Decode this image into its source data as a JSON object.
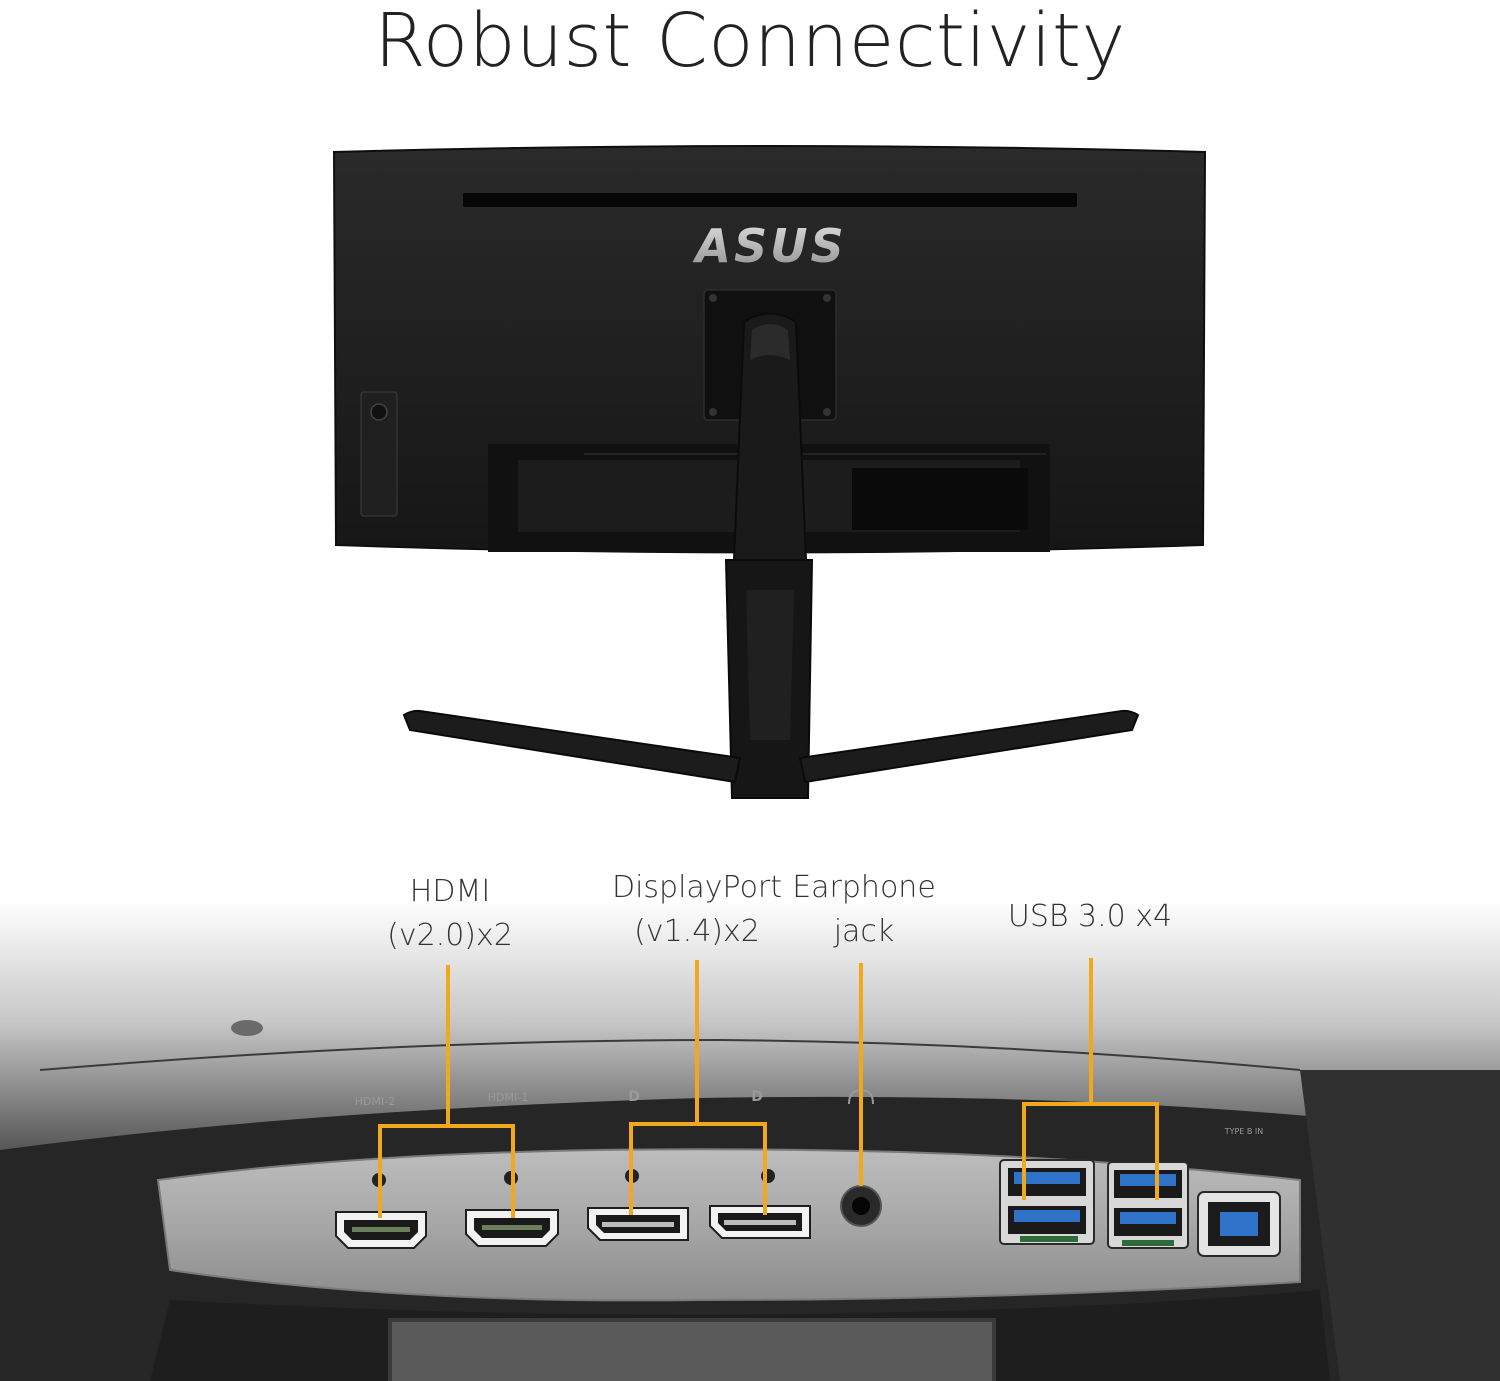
{
  "headline": "Robust Connectivity",
  "brand_logo_text": "ASUS",
  "port_labels": [
    {
      "line1": "HDMI",
      "line2": "(v2.0)x2"
    },
    {
      "line1": "DisplayPort",
      "line2": "(v1.4)x2"
    },
    {
      "line1": "Earphone",
      "line2": "jack"
    },
    {
      "line1": "USB 3.0 x4",
      "line2": ""
    }
  ],
  "panel_port_marks": {
    "hdmi2": "HDMI-2",
    "hdmi1": "HDMI-1",
    "typeb": "TYPE B IN"
  },
  "colors": {
    "callout": "#f2a81d",
    "monitor": "#1b1b1b",
    "panel": "#a9a9a9",
    "usb_blue": "#2e73c8"
  }
}
